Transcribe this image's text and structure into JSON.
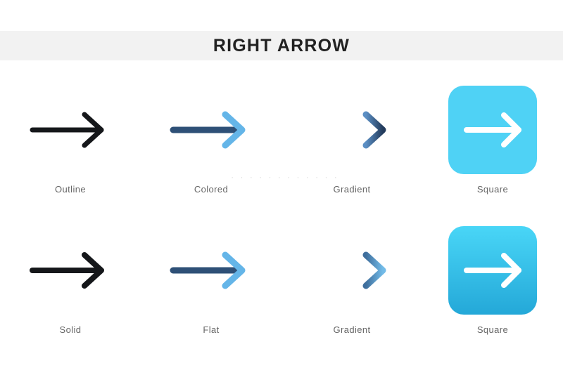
{
  "header": {
    "title": "RIGHT ARROW"
  },
  "watermark": {
    "text": "· · · · · · · · · · · ·"
  },
  "colors": {
    "band_background": "#f2f2f2",
    "title_text": "#222222",
    "caption_text": "#666666",
    "outline_black": "#15171a",
    "colored_dark": "#2e5077",
    "colored_light": "#64b5e8",
    "gradient_light": "#5b8fc4",
    "gradient_dark": "#233b5c",
    "square_cyan": "#4fd2f5",
    "square_blue_top": "#49d6f7",
    "square_blue_bottom": "#24a8d8",
    "square_arrow": "#ffffff"
  },
  "rows": [
    {
      "items": [
        {
          "caption": "Outline",
          "style": "outline",
          "icon": "right-arrow-outline-icon"
        },
        {
          "caption": "Colored",
          "style": "colored",
          "icon": "right-arrow-colored-icon"
        },
        {
          "caption": "Gradient",
          "style": "gradient",
          "icon": "right-arrow-gradient-icon"
        },
        {
          "caption": "Square",
          "style": "square-flat",
          "icon": "right-arrow-square-icon"
        }
      ]
    },
    {
      "items": [
        {
          "caption": "Solid",
          "style": "solid",
          "icon": "right-arrow-solid-icon"
        },
        {
          "caption": "Flat",
          "style": "flat",
          "icon": "right-arrow-flat-icon"
        },
        {
          "caption": "Gradient",
          "style": "gradient2",
          "icon": "right-arrow-gradient-icon"
        },
        {
          "caption": "Square",
          "style": "square-gradient",
          "icon": "right-arrow-square-gradient-icon"
        }
      ]
    }
  ]
}
